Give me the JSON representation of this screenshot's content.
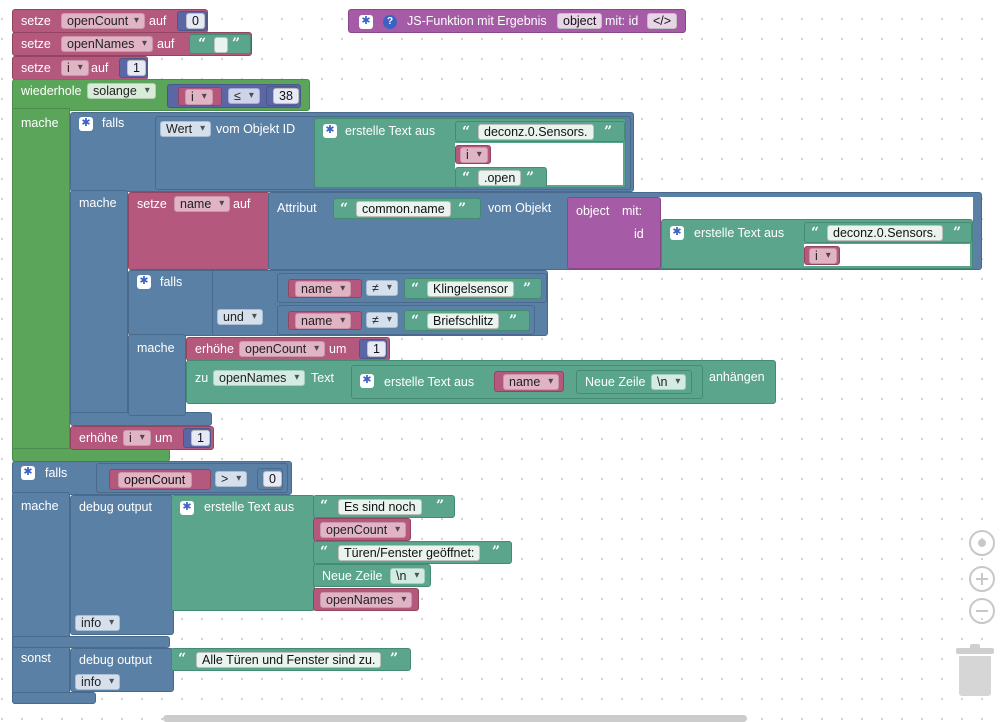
{
  "blocks": {
    "set_opencount": {
      "keyword": "setze",
      "var": "openCount",
      "to": "auf",
      "value": "0"
    },
    "set_opennames": {
      "keyword": "setze",
      "var": "openNames",
      "to": "auf",
      "quote_open": "“",
      "quote_close": "”"
    },
    "set_i": {
      "keyword": "setze",
      "var": "i",
      "to": "auf",
      "value": "1"
    },
    "js_function": {
      "label": "JS-Funktion mit Ergebnis",
      "param": "object",
      "mit_id": "mit: id",
      "code": "</>",
      "help": "?"
    },
    "while_loop": {
      "keyword": "wiederhole",
      "mode": "solange",
      "var": "i",
      "op": "≤",
      "limit": "38",
      "mache": "mache"
    },
    "if1": {
      "keyword": "falls",
      "value_type": "Wert",
      "from_id": "vom Objekt ID",
      "mache": "mache"
    },
    "create_text1": {
      "label": "erstelle Text aus",
      "prefix": "deconz.0.Sensors.",
      "var": "i",
      "suffix": ".open"
    },
    "set_name": {
      "keyword": "setze",
      "var": "name",
      "to": "auf",
      "attribut": "Attribut",
      "attr_value": "common.name",
      "from_obj": "vom Objekt",
      "object": "object",
      "mit": "mit:",
      "id": "id"
    },
    "create_text2": {
      "label": "erstelle Text aus",
      "prefix": "deconz.0.Sensors.",
      "var": "i"
    },
    "if2": {
      "keyword": "falls",
      "var1": "name",
      "neq": "≠",
      "val1": "Klingelsensor",
      "und": "und",
      "var2": "name",
      "val2": "Briefschlitz",
      "mache": "mache"
    },
    "inc_opencount": {
      "keyword": "erhöhe",
      "var": "openCount",
      "by": "um",
      "value": "1"
    },
    "append_names": {
      "zu": "zu",
      "var": "openNames",
      "text": "Text",
      "create": "erstelle Text aus",
      "name": "name",
      "newline": "Neue Zeile",
      "nl_sym": "\\n",
      "append": "anhängen"
    },
    "inc_i": {
      "keyword": "erhöhe",
      "var": "i",
      "by": "um",
      "value": "1"
    },
    "if3": {
      "keyword": "falls",
      "var": "openCount",
      "op": ">",
      "value": "0",
      "mache": "mache",
      "sonst": "sonst"
    },
    "debug1": {
      "label": "debug output",
      "create": "erstelle Text aus",
      "t1": "Es sind noch",
      "v1": "openCount",
      "t2": "Türen/Fenster geöffnet:",
      "newline": "Neue Zeile",
      "nl_sym": "\\n",
      "v2": "openNames",
      "level": "info"
    },
    "debug2": {
      "label": "debug output",
      "text": "Alle Türen und Fenster sind zu.",
      "level": "info"
    }
  },
  "icons": {
    "gear": "gear-icon",
    "help": "help-icon",
    "target": "target-icon",
    "zoom_in": "zoom-in-icon",
    "zoom_out": "zoom-out-icon",
    "trash": "trash-icon"
  },
  "colors": {
    "variable": "#b5587d",
    "text": "#5ba58c",
    "logic": "#5b80a5",
    "loop": "#5ba55b",
    "math": "#5b67a5",
    "function": "#a55ba5"
  }
}
